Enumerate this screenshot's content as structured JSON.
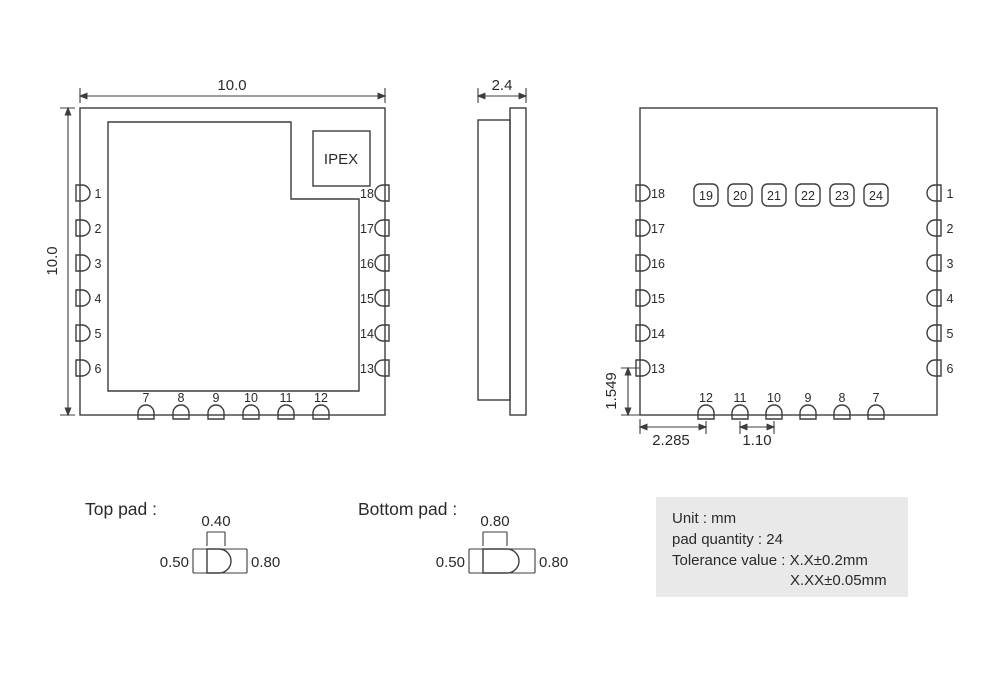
{
  "front_view": {
    "width_dim": "10.0",
    "height_dim": "10.0",
    "ipex_label": "IPEX",
    "left_pins": [
      "1",
      "2",
      "3",
      "4",
      "5",
      "6"
    ],
    "right_pins": [
      "18",
      "17",
      "16",
      "15",
      "14",
      "13"
    ],
    "bottom_pins": [
      "7",
      "8",
      "9",
      "10",
      "11",
      "12"
    ]
  },
  "side_view": {
    "thickness_dim": "2.4"
  },
  "bottom_view": {
    "left_pins": [
      "18",
      "17",
      "16",
      "15",
      "14",
      "13"
    ],
    "right_pins": [
      "1",
      "2",
      "3",
      "4",
      "5",
      "6"
    ],
    "top_pads": [
      "19",
      "20",
      "21",
      "22",
      "23",
      "24"
    ],
    "bottom_pins": [
      "12",
      "11",
      "10",
      "9",
      "8",
      "7"
    ],
    "corner_height_dim": "1.549",
    "edge_to_pad_dim": "2.285",
    "pad_pitch_dim": "1.10"
  },
  "top_pad_detail": {
    "title": "Top pad :",
    "width_dim": "0.40",
    "height_dim": "0.50",
    "diameter_dim": "0.80"
  },
  "bottom_pad_detail": {
    "title": "Bottom pad :",
    "width_dim": "0.80",
    "height_dim": "0.50",
    "diameter_dim": "0.80"
  },
  "info_box": {
    "unit": "Unit : mm",
    "pad_quantity": "pad quantity : 24",
    "tolerance_line1": "Tolerance value : X.X±0.2mm",
    "tolerance_line2": "X.XX±0.05mm"
  },
  "colors": {
    "line": "#3d3d3d",
    "text": "#2a2a2a",
    "info_bg": "#e9e9e9"
  }
}
